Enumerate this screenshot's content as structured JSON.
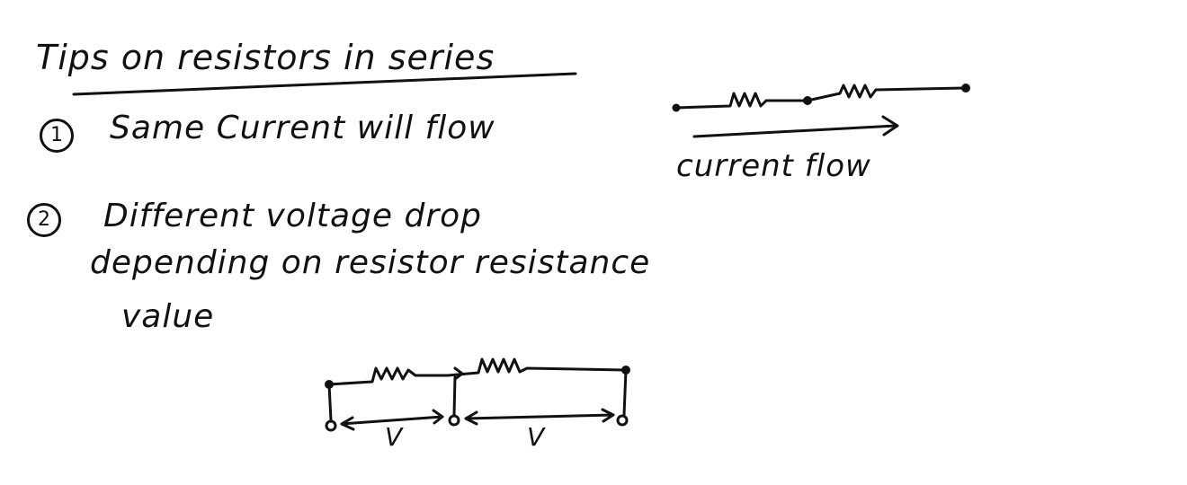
{
  "title": "Tips on resistors in series",
  "tips": [
    {
      "number": "1",
      "text": "Same Current will flow"
    },
    {
      "number": "2",
      "lines": [
        "Different voltage drop",
        "depending on resistor resistance",
        "value"
      ]
    }
  ],
  "series_diagram": {
    "label": "current flow"
  },
  "voltage_diagram": {
    "labels": [
      "V",
      "V"
    ]
  }
}
